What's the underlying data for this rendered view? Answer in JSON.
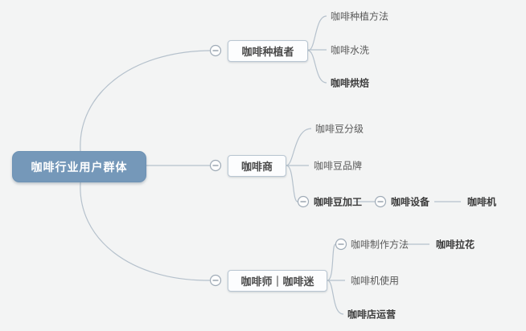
{
  "root": {
    "label": "咖啡行业用户群体"
  },
  "branches": [
    {
      "label": "咖啡种植者",
      "children": [
        {
          "label": "咖啡种植方法"
        },
        {
          "label": "咖啡水洗"
        },
        {
          "label": "咖啡烘焙"
        }
      ]
    },
    {
      "label": "咖啡商",
      "children": [
        {
          "label": "咖啡豆分级"
        },
        {
          "label": "咖啡豆品牌"
        },
        {
          "label": "咖啡豆加工",
          "chain": [
            {
              "label": "咖啡设备"
            },
            {
              "label": "咖啡机"
            }
          ]
        }
      ]
    },
    {
      "label": "咖啡师｜咖啡迷",
      "children": [
        {
          "label": "咖啡制作方法",
          "chain": [
            {
              "label": "咖啡拉花"
            }
          ]
        },
        {
          "label": "咖啡机使用"
        },
        {
          "label": "咖啡店运营"
        }
      ]
    }
  ],
  "colors": {
    "background": "#f3f4f4",
    "root_fill": "#7598b9",
    "root_border": "#6d92b4",
    "root_text": "#ffffff",
    "connector": "#b5c1cc",
    "node_border": "#b9c6d2",
    "node_fill": "#fcfdfe",
    "node_text": "#4b4b4b",
    "leaf_text": "#595959",
    "leaf_text_bold": "#3b3b3b"
  }
}
